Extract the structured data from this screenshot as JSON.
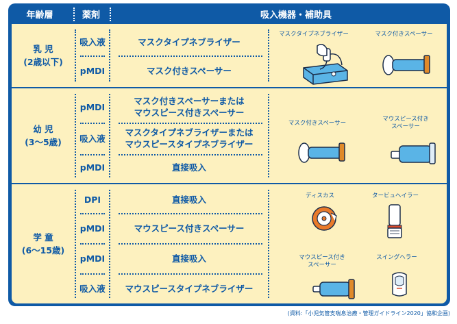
{
  "header": {
    "age": "年齢層",
    "drug": "薬剤",
    "device": "吸入機器・補助具"
  },
  "groups": [
    {
      "age": [
        "乳 児",
        "(2歳以下)"
      ],
      "rows": [
        {
          "drug": "吸入液",
          "method": "マスクタイプネブライザー"
        },
        {
          "drug": "pMDI",
          "method": "マスク付きスペーサー"
        }
      ],
      "captions": [
        "マスクタイプネブライザー",
        "マスク付きスペーサー"
      ]
    },
    {
      "age": [
        "幼 児",
        "(3〜5歳)"
      ],
      "rows": [
        {
          "drug": "pMDI",
          "method": "マスク付きスペーサーまたは\nマウスピース付きスペーサー"
        },
        {
          "drug": "吸入液",
          "method": "マスクタイプネブライザーまたは\nマウスピースタイプネブライザー"
        },
        {
          "drug": "pMDI",
          "method": "直接吸入"
        }
      ],
      "captions": [
        "マスク付きスペーサー",
        "マウスピース付き\nスペーサー"
      ]
    },
    {
      "age": [
        "学 童",
        "(6〜15歳)"
      ],
      "rows": [
        {
          "drug": "DPI",
          "method": "直接吸入"
        },
        {
          "drug": "pMDI",
          "method": "マウスピース付きスペーサー"
        },
        {
          "drug": "pMDI",
          "method": "直接吸入"
        },
        {
          "drug": "吸入液",
          "method": "マウスピースタイプネブライザー"
        }
      ],
      "captions": [
        "ディスカス",
        "タービュヘイラー",
        "マウスピース付き\nスペーサー",
        "スイングヘラー"
      ]
    }
  ],
  "source": "(資料:「小児気管支喘息治療・管理ガイドライン2020」協和企画)"
}
